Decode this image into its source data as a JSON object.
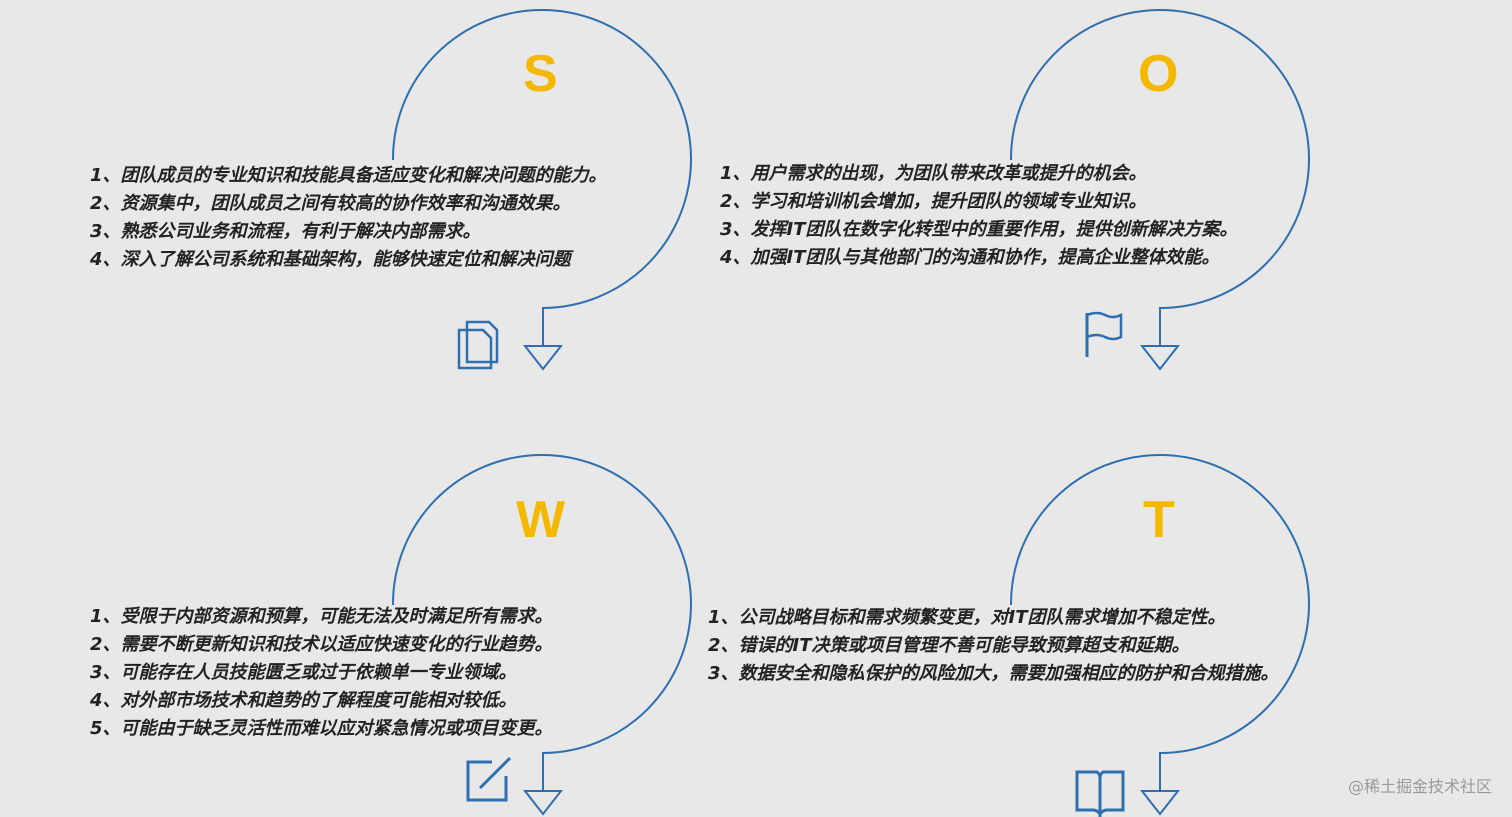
{
  "colors": {
    "background": "#e8e8e8",
    "circle_stroke": "#2f6fb0",
    "letter_accent": "#f5b800",
    "icon": "#2f6fb0",
    "text": "#222222",
    "watermark": "#9a9a9a"
  },
  "quadrants": [
    {
      "id": "strengths",
      "letter": "S",
      "icon": "documents-icon",
      "items": [
        "1、团队成员的专业知识和技能具备适应变化和解决问题的能力。",
        "2、资源集中，团队成员之间有较高的协作效率和沟通效果。",
        "3、熟悉公司业务和流程，有利于解决内部需求。",
        "4、深入了解公司系统和基础架构，能够快速定位和解决问题"
      ]
    },
    {
      "id": "opportunities",
      "letter": "O",
      "icon": "flag-icon",
      "items": [
        "1、用户需求的出现，为团队带来改革或提升的机会。",
        "2、学习和培训机会增加，提升团队的领域专业知识。",
        "3、发挥IT团队在数字化转型中的重要作用，提供创新解决方案。",
        "4、加强IT团队与其他部门的沟通和协作，提高企业整体效能。"
      ]
    },
    {
      "id": "weaknesses",
      "letter": "W",
      "icon": "edit-icon",
      "items": [
        "1、受限于内部资源和预算，可能无法及时满足所有需求。",
        "2、需要不断更新知识和技术以适应快速变化的行业趋势。",
        "3、可能存在人员技能匮乏或过于依赖单一专业领域。",
        "4、对外部市场技术和趋势的了解程度可能相对较低。",
        "5、可能由于缺乏灵活性而难以应对紧急情况或项目变更。"
      ]
    },
    {
      "id": "threats",
      "letter": "T",
      "icon": "book-icon",
      "items": [
        "1、公司战略目标和需求频繁变更，对IT团队需求增加不稳定性。",
        "2、错误的IT决策或项目管理不善可能导致预算超支和延期。",
        "3、数据安全和隐私保护的风险加大，需要加强相应的防护和合规措施。"
      ]
    }
  ],
  "watermark": "@稀土掘金技术社区"
}
